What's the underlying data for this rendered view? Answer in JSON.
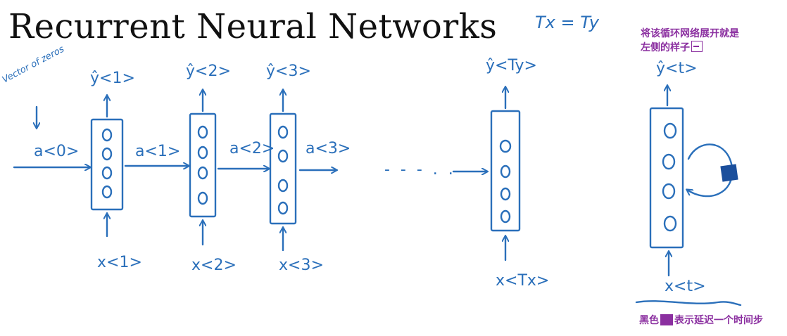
{
  "slide": {
    "title": "Recurrent Neural Networks",
    "condition": "Tx = Ty",
    "vector_note": "Vector of zeros"
  },
  "steps": [
    {
      "output": "ŷ<1>",
      "input": "x<1>",
      "activation": "a<1>"
    },
    {
      "output": "ŷ<2>",
      "input": "x<2>",
      "activation": "a<2>"
    },
    {
      "output": "ŷ<3>",
      "input": "x<3>",
      "activation": "a<3>"
    },
    {
      "output": "ŷ<Ty>",
      "input": "x<Tx>",
      "activation": ""
    }
  ],
  "initial_activation": "a<0>",
  "ellipsis": "- - - . .",
  "rolled": {
    "output": "ŷ<t>",
    "input": "x<t>"
  },
  "annotations": {
    "top_line1": "将该循环网络展开就是",
    "top_line2": "左侧的样子",
    "bottom_prefix": "黑色",
    "bottom_suffix": "表示延迟一个时间步"
  },
  "colors": {
    "ink": "#2a6fba",
    "title": "#111111",
    "annotation": "#8b2fa0",
    "delay_block": "#1b4f9c"
  }
}
